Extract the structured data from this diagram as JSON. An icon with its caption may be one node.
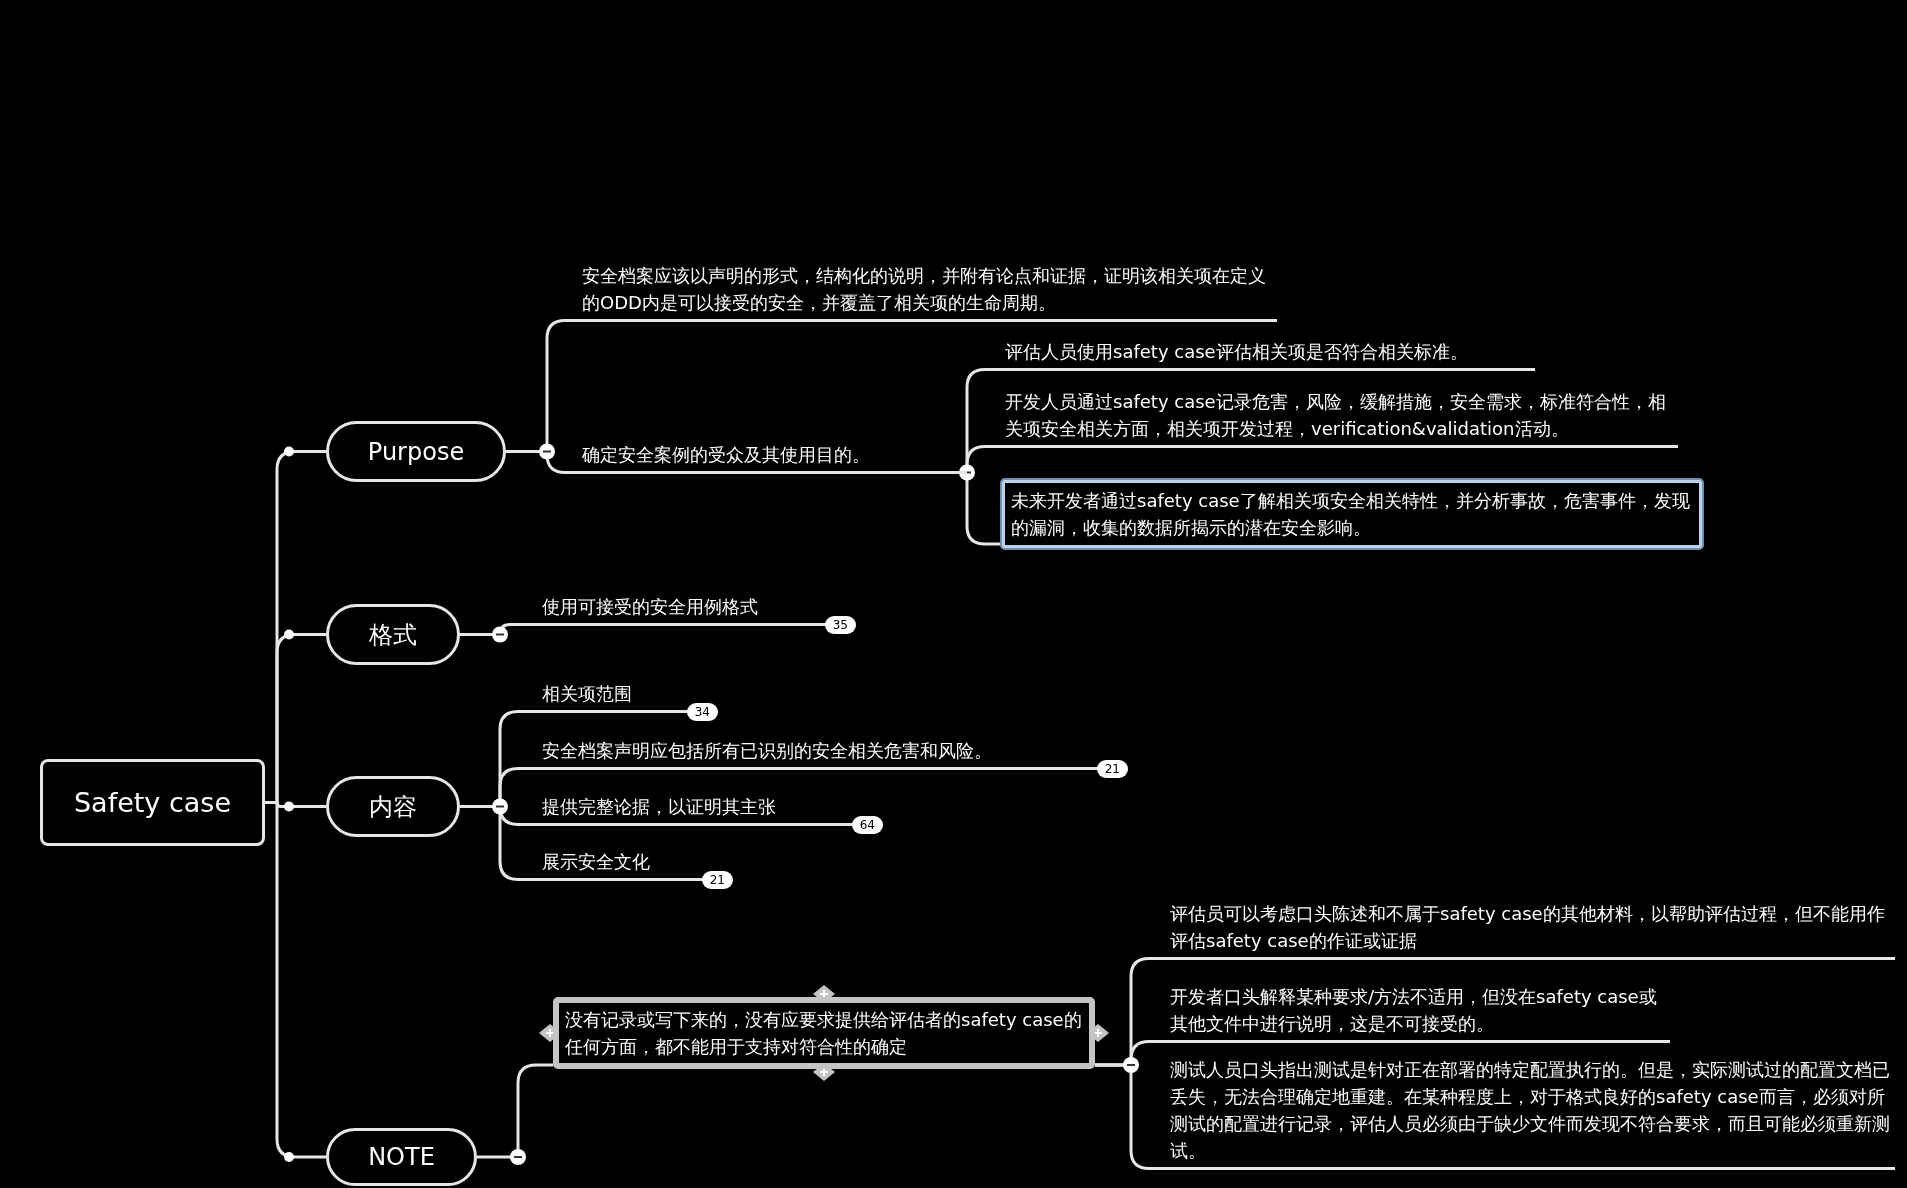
{
  "diagram": {
    "nodes": [
      {
        "text": [
          "Safety case"
        ]
      },
      {
        "text": [
          "Purpose"
        ]
      },
      {
        "text": [
          "格式"
        ]
      },
      {
        "text": [
          "内容"
        ]
      },
      {
        "text": [
          "NOTE"
        ]
      },
      {
        "text": [
          "安全档案应该以声明的形式，结构化的说明，并附有论点和证据，证明该相关项在定义的ODD内是可以接受的安全，并覆盖了相关项的生命周期。"
        ]
      },
      {
        "text": [
          "确定安全案例的受众及其使用目的。"
        ]
      },
      {
        "text": [
          "评估人员使用safety case评估相关项是否符合相关标准。"
        ]
      },
      {
        "text": [
          "开发人员通过safety case记录危害，风险，缓解措施，安全需求，标准符合性，相关项安全相关方面，相关项开发过程，verification&validation活动。"
        ]
      },
      {
        "text": [
          "未来开发者通过safety case了解相关项安全相关特性，并分析事故，危害事件，发现的漏洞，收集的数据所揭示的潜在安全影响。"
        ]
      },
      {
        "text": [
          "使用可接受的安全用例格式"
        ],
        "beside": [
          "35"
        ]
      },
      {
        "text": [
          "相关项范围"
        ],
        "beside": [
          "34"
        ]
      },
      {
        "text": [
          "安全档案声明应包括所有已识别的安全相关危害和风险。"
        ],
        "beside": [
          "21"
        ]
      },
      {
        "text": [
          "提供完整论据，以证明其主张"
        ],
        "beside": [
          "64"
        ]
      },
      {
        "text": [
          "展示安全文化"
        ],
        "beside": [
          "21"
        ]
      },
      {
        "text": [
          "没有记录或写下来的，没有应要求提供给评估者的safety case的任何方面，都不能用于支持对符合性的确定"
        ]
      },
      {
        "text": [
          "评估员可以考虑口头陈述和不属于safety case的其他材料，以帮助评估过程，但不能用作评估safety case的作证或证据"
        ]
      },
      {
        "text": [
          "开发者口头解释某种要求/方法不适用，但没在safety case或其他文件中进行说明，这是不可接受的。"
        ]
      },
      {
        "text": [
          "测试人员口头指出测试是针对正在部署的特定配置执行的。但是，实际测试过的配置文档已丢失，无法合理确定地重建。在某种程度上，对于格式良好的safety case而言，必须对所测试的配置进行记录，评估人员必须由于缺少文件而发现不符合要求，而且可能必须重新测试。"
        ]
      }
    ],
    "edges": [
      {
        "from": 0,
        "to": 1,
        "arrow": "none"
      },
      {
        "from": 0,
        "to": 2,
        "arrow": "none"
      },
      {
        "from": 0,
        "to": 3,
        "arrow": "none"
      },
      {
        "from": 0,
        "to": 4,
        "arrow": "none"
      },
      {
        "from": 1,
        "to": 5,
        "arrow": "none"
      },
      {
        "from": 1,
        "to": 6,
        "arrow": "none"
      },
      {
        "from": 6,
        "to": 7,
        "arrow": "none"
      },
      {
        "from": 6,
        "to": 8,
        "arrow": "none"
      },
      {
        "from": 6,
        "to": 9,
        "arrow": "none"
      },
      {
        "from": 2,
        "to": 10,
        "arrow": "none"
      },
      {
        "from": 3,
        "to": 11,
        "arrow": "none"
      },
      {
        "from": 3,
        "to": 12,
        "arrow": "none"
      },
      {
        "from": 3,
        "to": 13,
        "arrow": "none"
      },
      {
        "from": 3,
        "to": 14,
        "arrow": "none"
      },
      {
        "from": 4,
        "to": 15,
        "arrow": "none"
      },
      {
        "from": 15,
        "to": 16,
        "arrow": "none"
      },
      {
        "from": 15,
        "to": 17,
        "arrow": "none"
      },
      {
        "from": 15,
        "to": 18,
        "arrow": "none"
      }
    ]
  }
}
